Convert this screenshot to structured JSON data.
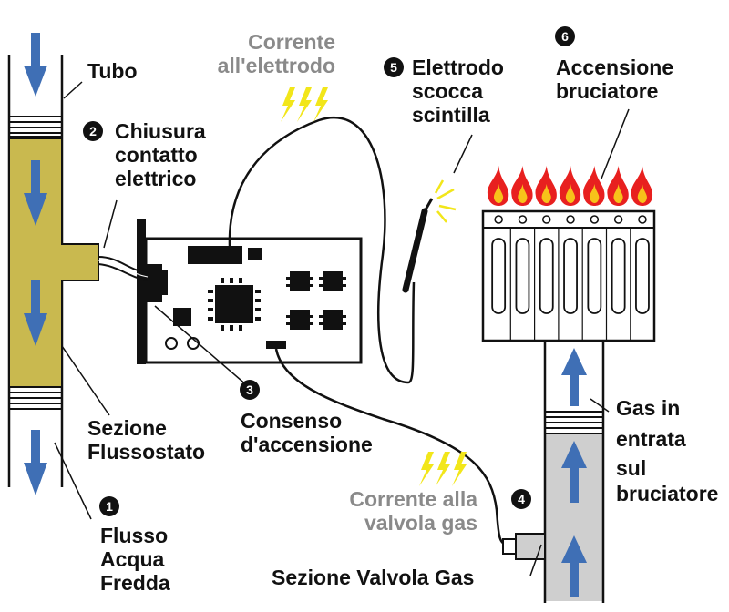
{
  "labels": {
    "tubo": "Tubo",
    "chiusura": [
      "Chiusura",
      "contatto",
      "elettrico"
    ],
    "corrente_elettrodo": [
      "Corrente",
      "all'elettrodo"
    ],
    "elettrodo": [
      "Elettrodo",
      "scocca",
      "scintilla"
    ],
    "accensione_bruciatore": [
      "Accensione",
      "bruciatore"
    ],
    "consenso": [
      "Consenso",
      "d'accensione"
    ],
    "sezione_flussostato": [
      "Sezione",
      "Flussostato"
    ],
    "gas_entrata": [
      "Gas in",
      "entrata",
      "sul",
      "bruciatore"
    ],
    "corrente_valvola": [
      "Corrente alla",
      "valvola gas"
    ],
    "flusso_acqua": [
      "Flusso",
      "Acqua",
      "Fredda"
    ],
    "sezione_valvola": "Sezione Valvola Gas"
  },
  "step_numbers": {
    "flusso": "1",
    "chiusura": "2",
    "consenso": "3",
    "valvola": "4",
    "elettrodo": "5",
    "accensione": "6"
  },
  "colors": {
    "water_arrow": "#3f6fb5",
    "flussostato_fill": "#c9b94f",
    "gas_pipe_fill": "#cfcfcf",
    "flame_outer": "#e8201f",
    "flame_inner": "#f7c21a",
    "lightning": "#f2e61a",
    "label_grey": "#8a8a8a"
  }
}
